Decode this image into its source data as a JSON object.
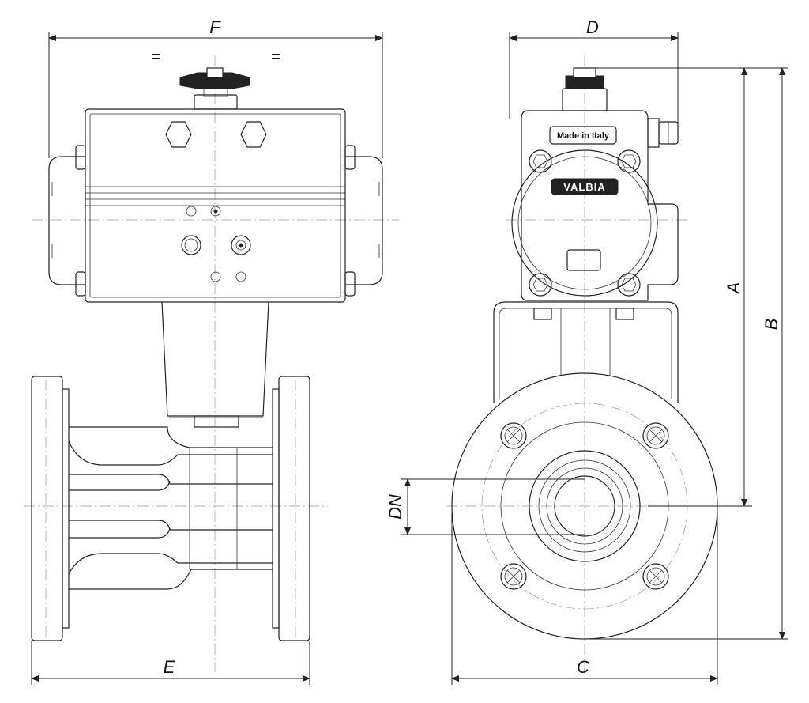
{
  "dimensions": {
    "F": "F",
    "D": "D",
    "A": "A",
    "B": "B",
    "E": "E",
    "C": "C",
    "DN": "DN",
    "equal_left": "=",
    "equal_right": "="
  },
  "markings": {
    "made_in": "Made in Italy",
    "brand": "VALBIA"
  }
}
